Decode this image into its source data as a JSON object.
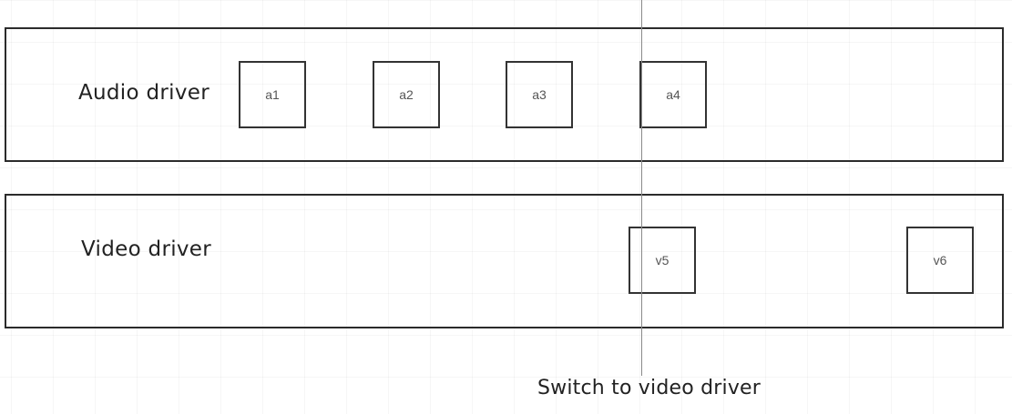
{
  "lanes": {
    "audio": {
      "label": "Audio driver",
      "blocks": [
        "a1",
        "a2",
        "a3",
        "a4"
      ]
    },
    "video": {
      "label": "Video driver",
      "blocks": [
        "v5",
        "v6"
      ]
    }
  },
  "switch_marker": {
    "label": "Switch to video driver"
  }
}
